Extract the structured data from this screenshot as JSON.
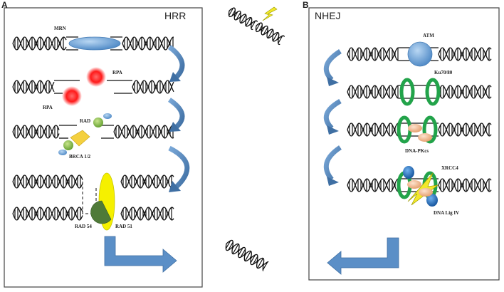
{
  "panels": {
    "a": {
      "letter": "A",
      "title": "HRR"
    },
    "b": {
      "letter": "B",
      "title": "NHEJ"
    }
  },
  "labels": {
    "mrn": "MRN",
    "rpa_top": "RPA",
    "rpa_bottom": "RPA",
    "rad": "RAD",
    "brca": "BRCA 1/2",
    "rad54": "RAD 54",
    "rad51": "RAD 51",
    "atm": "ATM",
    "ku": "Ku70/80",
    "dnapkcs": "DNA-PKcs",
    "xrcc4": "XRCC4",
    "lig4": "DNA Lig IV"
  },
  "colors": {
    "panel_border": "#444444",
    "arrow": "#5b8fc7",
    "arrow_dark": "#3f6fa3",
    "mrn_blue": "#6aa3d9",
    "rpa_red": "#ff1a1a",
    "rad_green": "#8bc34a",
    "brca_yellow": "#f4d03f",
    "rad51_yellow": "#f5f000",
    "rad54_green": "#4f7a38",
    "atm_blue": "#6aa3d9",
    "ku_green": "#22a34a",
    "dnapkcs_peach": "#f3b98e",
    "xrcc4_blue": "#1f73c9",
    "lightning_yellow": "#f2e82a"
  }
}
